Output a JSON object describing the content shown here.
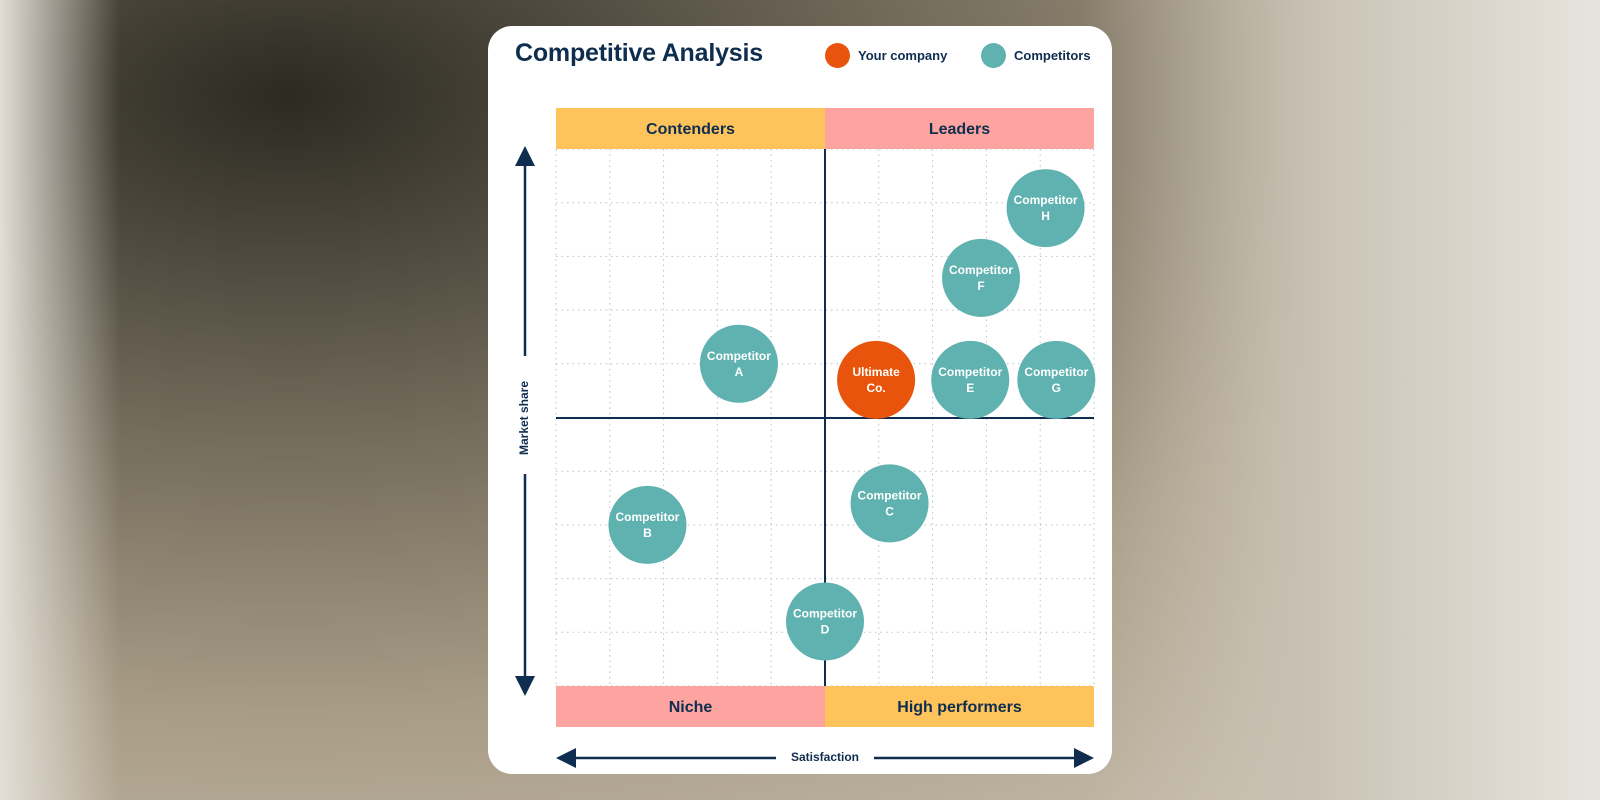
{
  "header": {
    "title": "Competitive Analysis"
  },
  "legend": [
    {
      "label": "Your company",
      "color": "#e8540c"
    },
    {
      "label": "Competitors",
      "color": "#5fb2b0"
    }
  ],
  "colors": {
    "contenders": "#fec45b",
    "leaders": "#fea4a0",
    "niche": "#fea4a0",
    "high_performers": "#fec45b",
    "axis": "#0f2d4e",
    "grid": "#b9c0c6"
  },
  "chart_data": {
    "type": "scatter",
    "title": "Competitive Analysis",
    "xlabel": "Satisfaction",
    "ylabel": "Market share",
    "xlim": [
      0,
      10
    ],
    "ylim": [
      0,
      10
    ],
    "grid": true,
    "legend_position": "top-right",
    "quadrants": {
      "top_left": "Contenders",
      "top_right": "Leaders",
      "bottom_left": "Niche",
      "bottom_right": "High performers"
    },
    "series": [
      {
        "name": "Your company",
        "color": "#e8540c",
        "points": [
          {
            "label": [
              "Ultimate",
              "Co."
            ],
            "x": 5.95,
            "y": 5.7
          }
        ]
      },
      {
        "name": "Competitors",
        "color": "#5fb2b0",
        "points": [
          {
            "label": [
              "Competitor",
              "A"
            ],
            "x": 3.4,
            "y": 6.0
          },
          {
            "label": [
              "Competitor",
              "B"
            ],
            "x": 1.7,
            "y": 3.0
          },
          {
            "label": [
              "Competitor",
              "C"
            ],
            "x": 6.2,
            "y": 3.4
          },
          {
            "label": [
              "Competitor",
              "D"
            ],
            "x": 5.0,
            "y": 1.2
          },
          {
            "label": [
              "Competitor",
              "E"
            ],
            "x": 7.7,
            "y": 5.7
          },
          {
            "label": [
              "Competitor",
              "F"
            ],
            "x": 7.9,
            "y": 7.6
          },
          {
            "label": [
              "Competitor",
              "G"
            ],
            "x": 9.3,
            "y": 5.7
          },
          {
            "label": [
              "Competitor",
              "H"
            ],
            "x": 9.1,
            "y": 8.9
          }
        ]
      }
    ]
  }
}
